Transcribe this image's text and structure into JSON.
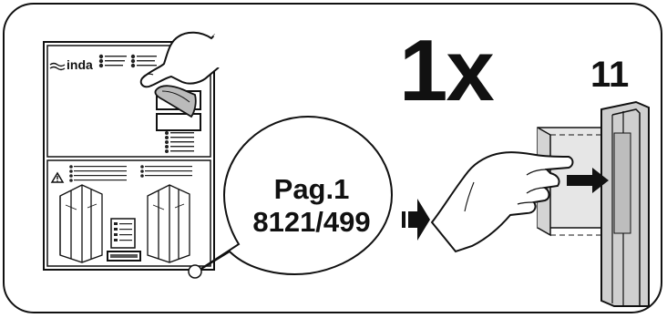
{
  "quantity_label": "1x",
  "step_number": "11",
  "reference": {
    "page": "Pag.1",
    "code": "8121/499"
  },
  "booklet": {
    "brand": "inda"
  },
  "icons": [
    "hand-peeling-icon",
    "hand-pushing-icon",
    "arrow-right-icon",
    "warning-icon",
    "shower-enclosure-icon"
  ]
}
